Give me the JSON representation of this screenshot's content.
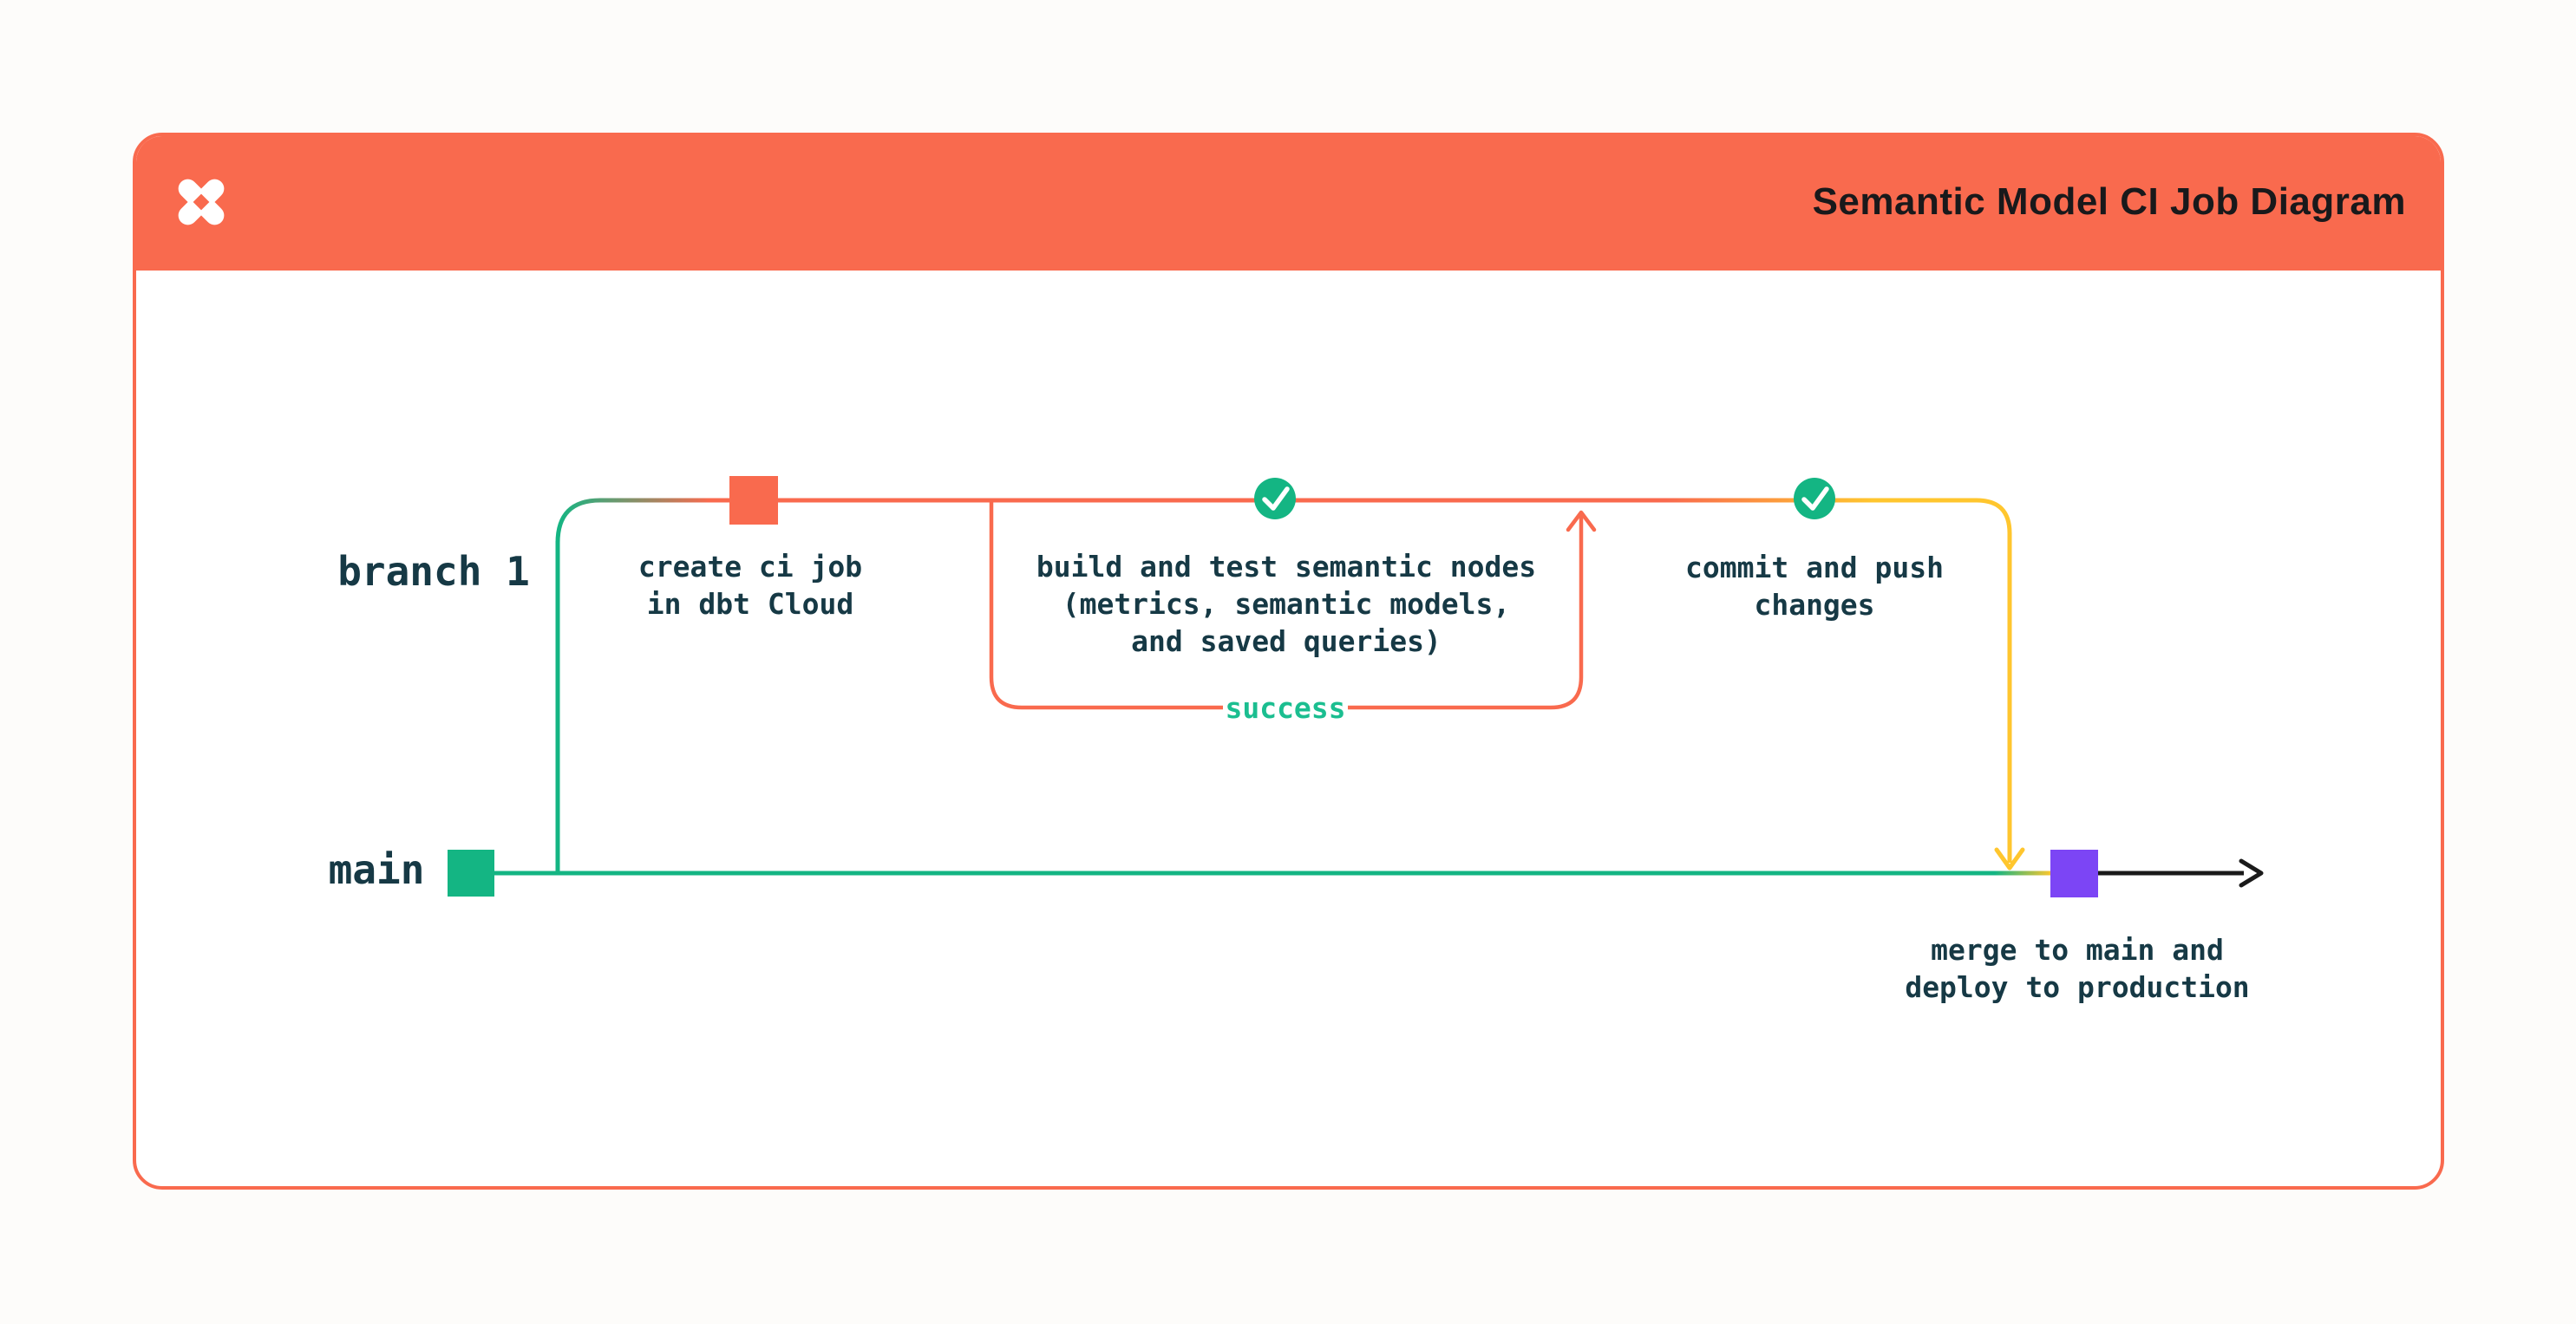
{
  "header": {
    "title": "Semantic Model CI Job Diagram",
    "logo": "dbt-logo"
  },
  "diagram": {
    "lanes": {
      "branch": "branch 1",
      "main": "main"
    },
    "nodes": {
      "create_ci_job": {
        "line1": "create ci job",
        "line2": "in dbt Cloud"
      },
      "build_test": {
        "line1": "build and test semantic nodes",
        "line2": "(metrics, semantic models,",
        "line3": "and saved queries)"
      },
      "commit_push": {
        "line1": "commit and push",
        "line2": "changes"
      },
      "merge_deploy": {
        "line1": "merge to main and",
        "line2": "deploy to production"
      }
    },
    "loop_label": "success"
  },
  "colors": {
    "orange": "#F96A4E",
    "green": "#14B583",
    "success_green": "#1BBE90",
    "yellow": "#FFC62E",
    "purple": "#7C45F5",
    "text_dark": "#163945",
    "title_dark": "#19191B",
    "arrow_black": "#1A1A1A",
    "card_bg": "#FFFFFF",
    "page_bg": "#FDFCFA"
  }
}
